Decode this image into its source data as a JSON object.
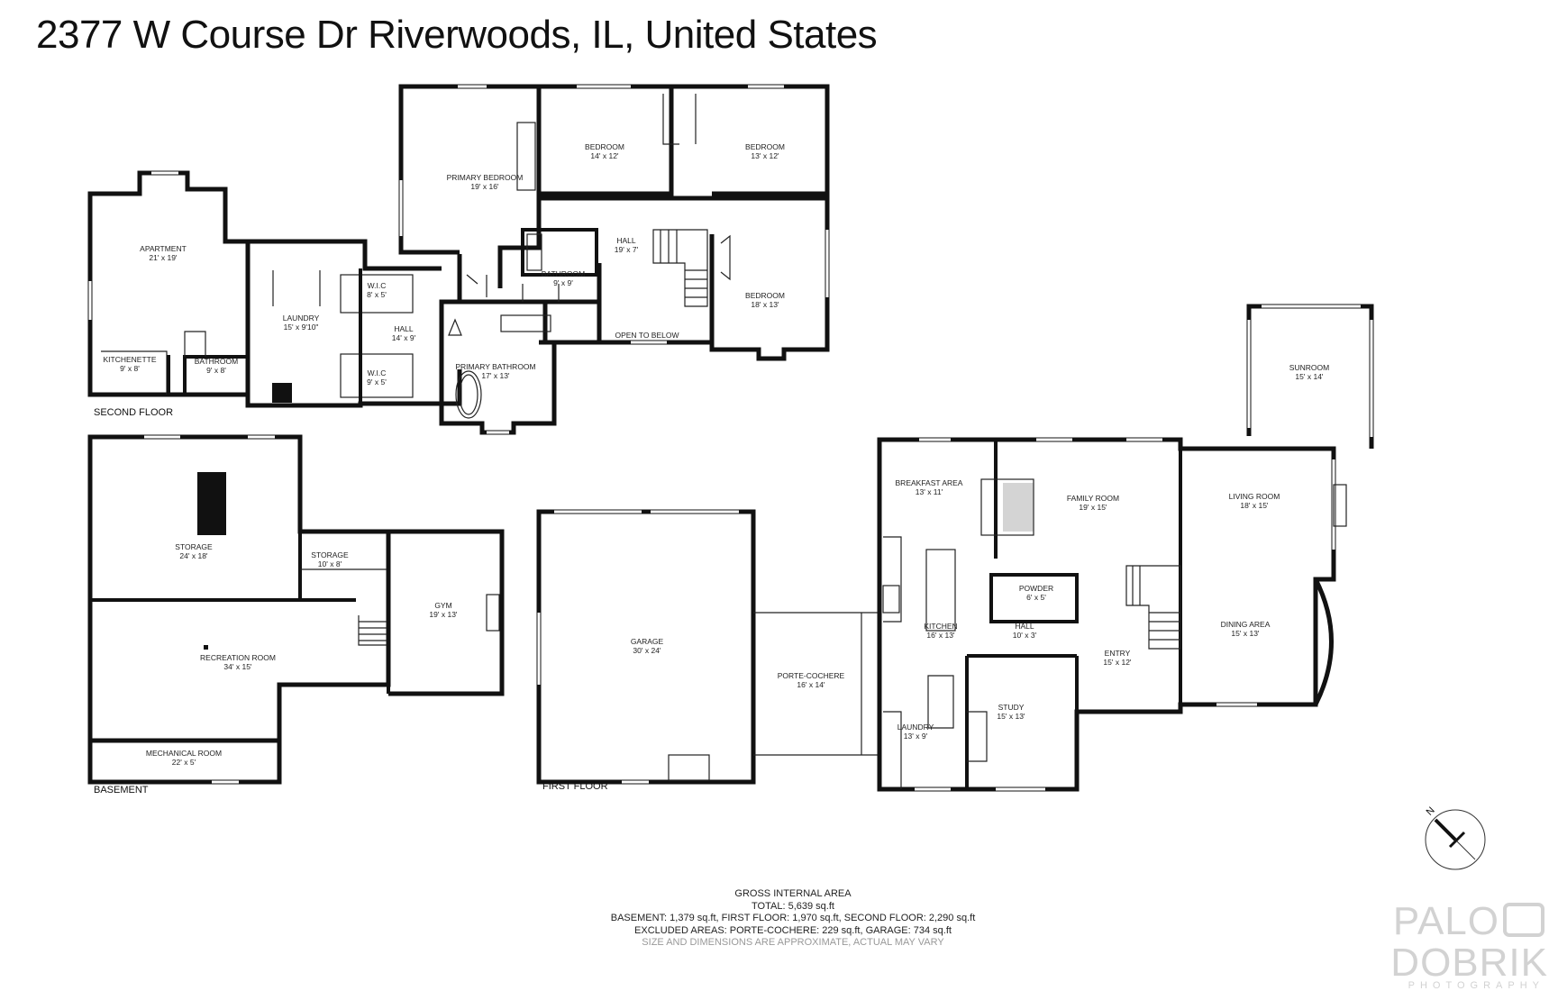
{
  "title": "2377 W Course Dr Riverwoods, IL, United States",
  "floors": {
    "second": "SECOND FLOOR",
    "basement": "BASEMENT",
    "first": "FIRST FLOOR"
  },
  "rooms": {
    "apartment": [
      "APARTMENT",
      "21' x 19'"
    ],
    "kitchenette": [
      "KITCHENETTE",
      "9' x 8'"
    ],
    "apt_bathroom": [
      "BATHROOM",
      "9' x 8'"
    ],
    "laundry2": [
      "LAUNDRY",
      "15' x 9'10\""
    ],
    "wic1": [
      "W.I.C",
      "8' x 5'"
    ],
    "wic2": [
      "W.I.C",
      "9' x 5'"
    ],
    "hall2a": [
      "HALL",
      "14' x 9'"
    ],
    "primary_bedroom": [
      "PRIMARY BEDROOM",
      "19' x 16'"
    ],
    "primary_bathroom": [
      "PRIMARY BATHROOM",
      "17' x 13'"
    ],
    "bedroom1": [
      "BEDROOM",
      "14' x 12'"
    ],
    "bedroom2": [
      "BEDROOM",
      "13' x 12'"
    ],
    "bedroom3": [
      "BEDROOM",
      "18' x 13'"
    ],
    "hall2b": [
      "HALL",
      "19' x 7'"
    ],
    "bathroom2": [
      "BATHROOM",
      "9' x 9'"
    ],
    "open_to_below": [
      "OPEN TO BELOW",
      ""
    ],
    "storage_big": [
      "STORAGE",
      "24' x 18'"
    ],
    "storage_small": [
      "STORAGE",
      "10' x 8'"
    ],
    "gym": [
      "GYM",
      "19' x 13'"
    ],
    "recreation": [
      "RECREATION ROOM",
      "34' x 15'"
    ],
    "mechanical": [
      "MECHANICAL ROOM",
      "22' x 5'"
    ],
    "garage": [
      "GARAGE",
      "30' x 24'"
    ],
    "porte_cochere": [
      "PORTE-COCHERE",
      "16' x 14'"
    ],
    "breakfast": [
      "BREAKFAST AREA",
      "13' x 11'"
    ],
    "family": [
      "FAMILY ROOM",
      "19' x 15'"
    ],
    "living": [
      "LIVING ROOM",
      "18' x 15'"
    ],
    "sunroom": [
      "SUNROOM",
      "15' x 14'"
    ],
    "powder": [
      "POWDER",
      "6' x 5'"
    ],
    "kitchen": [
      "KITCHEN",
      "16' x 13'"
    ],
    "hall1": [
      "HALL",
      "10' x 3'"
    ],
    "entry": [
      "ENTRY",
      "15' x 12'"
    ],
    "dining": [
      "DINING AREA",
      "15' x 13'"
    ],
    "study": [
      "STUDY",
      "15' x 13'"
    ],
    "laundry1": [
      "LAUNDRY",
      "13' x 9'"
    ]
  },
  "area": {
    "heading": "GROSS INTERNAL AREA",
    "total": "TOTAL: 5,639 sq.ft",
    "breakdown": "BASEMENT: 1,379 sq.ft, FIRST FLOOR: 1,970 sq.ft, SECOND FLOOR: 2,290 sq.ft",
    "excluded": "EXCLUDED AREAS: PORTE-COCHERE: 229 sq.ft, GARAGE: 734 sq.ft",
    "disclaimer": "SIZE AND DIMENSIONS ARE APPROXIMATE, ACTUAL MAY VARY"
  },
  "logo": {
    "left": "PALO",
    "right": "DOBRIK",
    "sub": "PHOTOGRAPHY"
  },
  "compass": {
    "label": "N"
  }
}
